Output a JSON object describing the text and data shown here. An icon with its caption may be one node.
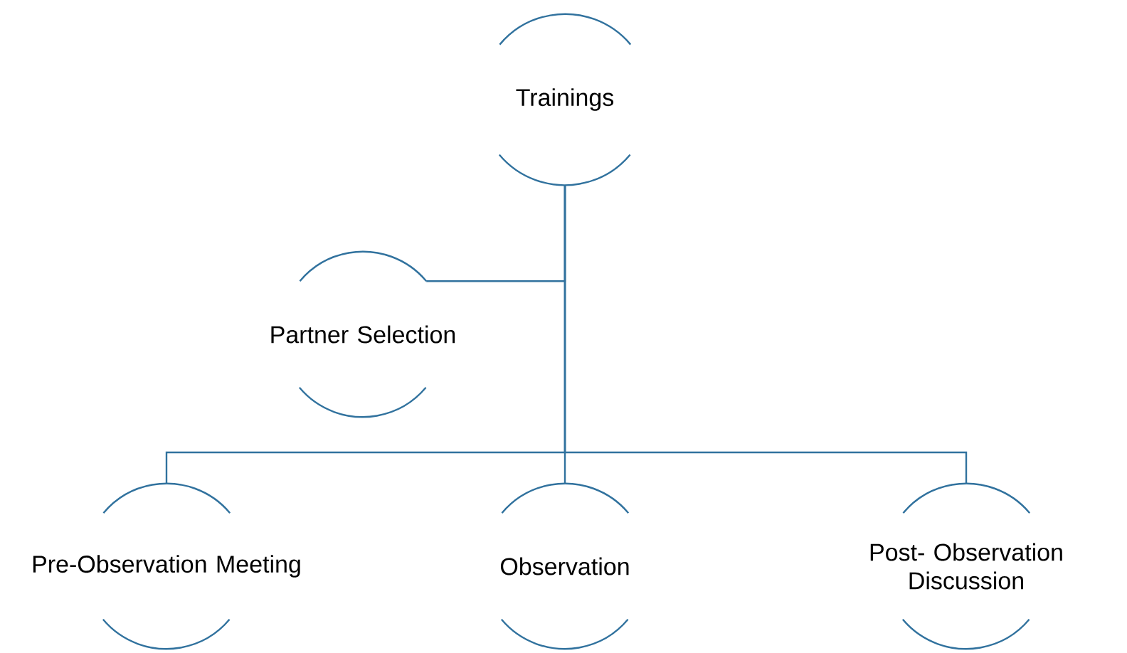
{
  "diagram": {
    "nodes": [
      {
        "text": [
          "Trainings"
        ]
      },
      {
        "text": [
          "Partner Selection"
        ]
      },
      {
        "text": [
          "Pre-Observation Meeting"
        ]
      },
      {
        "text": [
          "Observation"
        ]
      },
      {
        "text": [
          "Post- Observation Discussion"
        ]
      }
    ],
    "edges": [
      {
        "from": 0,
        "to": 1,
        "arrow": "none"
      },
      {
        "from": 0,
        "to": 2,
        "arrow": "none"
      },
      {
        "from": 0,
        "to": 3,
        "arrow": "none"
      },
      {
        "from": 0,
        "to": 4,
        "arrow": "none"
      }
    ]
  }
}
